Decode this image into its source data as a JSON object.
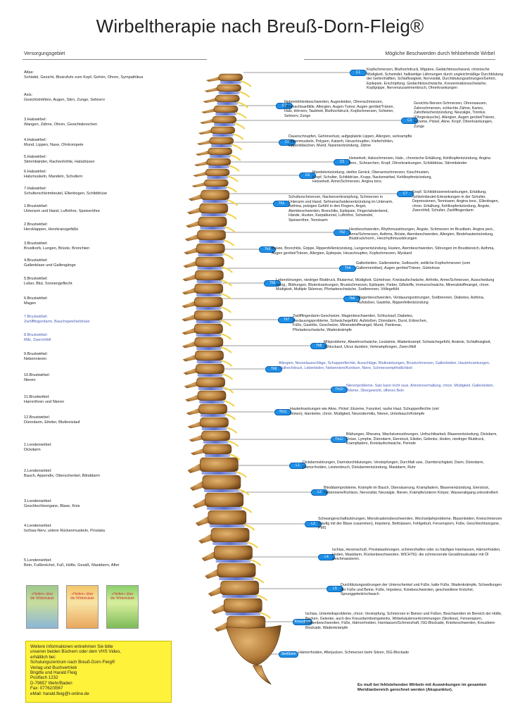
{
  "title": "Wirbeltherapie nach Breuß-Dorn-Fleig®",
  "header_left": "Versorgungsgebiet",
  "header_right": "Mögliche Beschwerden durch fehlstehende Wirbel",
  "left_items": [
    {
      "name": "Atlas:",
      "desc": "Schädel, Gesicht, Blutzufuhr zum Kopf, Gehirn, Ohren, Sympathikus"
    },
    {
      "name": "Axis:",
      "desc": "Gesichtshöhlen, Augen, Stirn, Zunge, Sehnerv"
    },
    {
      "name": "3.Halswirbel:",
      "desc": "Wangen, Zähne, Ohren, Gesichtsknochen"
    },
    {
      "name": "4.Halswirbel:",
      "desc": "Mund, Lippen, Nase, Ohrtrompete"
    },
    {
      "name": "5.Halswirbel:",
      "desc": "Stimmbänder, Rachenhöhle, Halsdrüsen"
    },
    {
      "name": "6.Halswirbel:",
      "desc": "Halsmuskeln, Mandeln, Schultern"
    },
    {
      "name": "7.Halswirbel:",
      "desc": "Schulterschleimbeutel, Ellenbogen, Schilddrüse"
    },
    {
      "name": "1.Brustwirbel:",
      "desc": "Unterarm und Hand, Luftröhre, Speiseröhre"
    },
    {
      "name": "2.Brustwirbel:",
      "desc": "Herzklappen, Herzkranzgefäße"
    },
    {
      "name": "3.Brustwirbel:",
      "desc": "Brustkorb, Lungen, Brüste, Bronchien"
    },
    {
      "name": "4.Brustwirbel:",
      "desc": "Gallenblase und Gallengänge"
    },
    {
      "name": "5.Brustwirbel:",
      "desc": "Leber, Blut, Sonnengeflecht"
    },
    {
      "name": "6.Brustwirbel:",
      "desc": "Magen"
    },
    {
      "name": "7.Brustwirbel:",
      "desc": "Zwölffingerdarm, Bauchspeicheldrüse"
    },
    {
      "name": "8.Brustwirbel:",
      "desc": "Milz, Zwerchfell"
    },
    {
      "name": "9.Brustwirbel:",
      "desc": "Nebennieren"
    },
    {
      "name": "10.Brustwirbel:",
      "desc": "Nieren"
    },
    {
      "name": "11.Brustwirbel:",
      "desc": "Harnröhren und Nieren"
    },
    {
      "name": "12.Brustwirbel:",
      "desc": "Dünndarm, Eileiter, Blutkreislauf"
    },
    {
      "name": "1.Lendenwirbel:",
      "desc": "Dickdarm"
    },
    {
      "name": "2.Lendenwirbel:",
      "desc": "Bauch, Appendix, Oberschenkel, Blinddarm"
    },
    {
      "name": "3.Lendenwirbel:",
      "desc": "Geschlechtsorgane, Blase, Knie"
    },
    {
      "name": "4.Lendenwirbel:",
      "desc": "Ischias-Nerv, untere Rückenmuskeln, Prostata"
    },
    {
      "name": "5.Lendenwirbel:",
      "desc": "Bein, Fußknöchel, Fuß, Hüfte, Gesäß, Mastdarm, After"
    }
  ],
  "tags": [
    "C1",
    "C2",
    "C3",
    "C4",
    "C5",
    "C6",
    "C7",
    "Th1",
    "Th2",
    "Th3",
    "Th4",
    "Th5",
    "Th6",
    "Th7",
    "Th8",
    "Th9",
    "Th10",
    "Th11",
    "Th12",
    "L1",
    "L2",
    "L3",
    "L4",
    "L5",
    "Kreuzbein",
    "Steißbein"
  ],
  "right_texts": [
    "Kopfschmerzen, Bluthochdruck, Migräne, Gedächtnisschwund, chronische Müdigkeit, Schwindel, halbseitige Lähmungen durch ungleichmäßige Durchblutung der Gehirnhälften, Schlaflosigkeit, Nervosität, Durchblutungsstörungen/Gehirn, Epilepsie, Erschöpfung, Gedächtnisschwäche, Konzentrationsschwäche, Kopfgrippe, Nervenzusammenbruch, Ohrerkrankungen",
    "Nebenhöhlenbeschwerden, Augenleiden, Ohrenschmerzen, Ohnmachtsanfälle, Allergien, Augen-Tumor, Augen gerötet/Tränen, Hals, Hörnerv, Taubheit, Bluthochdruck, Kopfschmerzen, Schielen, Sehnerv, Zunge",
    "Gesichts-Nerven-Schmerzen, Ohrensausen, Zahnschmerzen, schlechte Zähne, Karies, Zahnfleischentzündung, Neuralgie, Tinnitus (Ohrgeräusche), Allergien, Augen gerötet/Tränen, Ekzeme, Pickel, Akne, Kropf, Ohrerkrankungen, Zunge",
    "Dauerschnupfen, Gehörverlust, aufgeplatzte Lippen, Allergien, verkrampfte Lippenmuskeln, Polypen, Katarrh, Heuschnupfen, Kieferhöhlen, Lippenbläschen, Mund, Nasenentzündung, Zähne",
    "Heiserkeit, Halsschmerzen, Hals-, chronische Erkältung, Kehlkopfentzündung, Angina tons., Schnarchen, Kropf, Ohrerkrankungen, Schilddrüse, Stimmbänder",
    "Mandelentzündung, steifes Genick, Oberarmschmerzen, Keuchhusten, Kropf, Schulter, Schilddrüse, Krupp, Nackenwirbel, Kehlkopfentzündung, Heiserkeit, Arme/Schmerzen, Angina tons.",
    "Kropf, Schilddrüsenerkrankungen, Erkältung, Schleimbeutel-Erkrankungen in der Schulter, Depressionen, Tennisarm, Angina tons., Ellenbogen, chron. Erkältung, Kehlkopfentzündung, Ängste, Zwerchfell, Schulter, Zwölffingerdarm",
    "Schulterschmerzen, Nackenverkrampfung, Schmerzen in Unterarm und Hand, Sehnenscheidenentzündung im Unterarm, Asthma, pelziges Gefühl in den Fingern, Angst, Atembeschwerden, Bronchitis, Epilepsie, Finger/absterbend, Hände, Husten, Karpaltunnel, Luftröhre, Schwindel, Speiseröhre, Tennisarm",
    "Herzbeschwerden, Rhythmusstörungen, Ängste, Schmerzen im Brustbein, Angina pect., Arme/Schmerzen, Asthma, Brüste, Atembeschwerden, Allergien, Bindehautentzündung, Blutdruck/norm., Herzrhythmusstörungen",
    "Brüste, Bronchitis, Grippe, Rippenfellentzündung, Lungenentzündung, Husten, Atembeschwerden, Störungen im Brustbereich, Asthma, Augen gerötet/Tränen, Allergien, Epilepsie, Heuschnupfen, Kopfschmerzen, Myokard",
    "Gallenleiden, Gallensteine, Gelbsucht, seitliche Kopfschmerzen (vom Gallenmeridian), Augen gerötet/Tränen, Gürtelrose",
    "Leberstörungen, niedriger Blutdruck, Blutarmut, Müdigkeit, Gürtelrose, Kreislaufschwäche, Arthritis, Arme/Schmerzen, Ausscheidung mang., Blähungen, Blutenkrankungen, Brustschmerzen, Epilepsie, Fieber, Giftstoffe, Immunschwäche, Mineralstoffmangel, chron. Müdigkeit, Multiple Sklerose, Pfortaderschwäche, Sodbrennen, Völlegefühl",
    "Magenbeschwerden, Verdauungsstörungen, Sodbrennen, Diabetes, Asthma, Aufstoßen, Gastritis, Rippenfellentzündung",
    "Zwölffingerdarm-Geschwüre, Magenbeschwerden, Schluckauf, Diabetes, Verdauungsprobleme, Schwächegefühl, Aufstoßen, Dünndarm, Durst, Erbrechen, Füße, Gastritis, Geschwüre, Mineralstoffmangel, Mund, Pankreas, Pfortaderschwäche, Wadenkrämpfe",
    "Milzprobleme, Abwehrschwäche, Leukämie, Wadenkrampf, Schwächegefühl, Anämie, Schlaflosigkeit, Schluckauf, Ulcus duodeni, Verkrampfungen, Zwerchfell",
    "Allergien, Nesselausschläge, Schuppenflechte, Ausschläge, Blutkrankungen, Brustschmerzen, Gallenleiden, Hauterkrankungen, Bluthochdruck, Leberleiden, Nebenniere/Kortison, Niere, Schmerzempfindlichkeit",
    "Nierenprobleme, Salz kann nicht raus, Arterienverhaltung, chron. Müdigkeit, Gallenleiden, Ödeme, Übergewicht, offenes Bein",
    "Hauterkrankungen wie Akne, Pickel, Ekzeme, Furunkel, rauhe Haut, Schuppenflechte (viel trinken), Harnleiter, chron. Müdigkeit, Neurodermitis, Nieren, Unterbauch/Krämpfe",
    "Blähungen, Rheuma, Wachstumsstörungen, Unfruchtbarkeit, Blasenentzündung, Dickdarm, Drüse, Lymphe, Dünndarm, Eierstock, Eileiter, Gelenke, Hoden, niedriger Blutdruck, Krampfadern, Kreislaufschwäche, Periode",
    "Dickdarmstörungen, Darmdurchblutungen, Verstopfungen, Durchfall usw., Darmbrüchigkeit, Darm, Dünndarm, Hämorrhoiden, Leistenbruch, Dickdarmentzündung, Mastdarm, Ruhr",
    "Blinddarmprobleme, Krämpfe im Bauch, Übersäuerung, Krampfadern, Blasenentzündung, Eierstock, Nebenniere/Kortison, Nervosität, Neuralgie, Nieren, Krämpfe/unterer Körper, Wasserabgang unkontrolliert",
    "Schwangerschaftsstörungen, Menstruationsbeschwerden, Wechseljahrprobleme, Blasenleiden, Knieschmerzen (häufig mit der Blase zusammen), Impotenz, Bettnässen, Fehlgeburt, Fersensporn, Füße, Geschlechtsorgane, PMS",
    "Ischias, Hexenschuß, Prostatastörungen, schmerzhaftes oder zu häufiges Harnlassen, Hämorrhoiden, Hoden, Mastdarm, Rückenbeschwerden. WICHTIG: die schmerzende Gesäßmuskulatur mit Öl weichmassieren.",
    "Durchblutungsstörungen der Unterschenkel und Füße, kalte Füße, Wadenkrämpfe, Schwellungen der Füße und Beine, Füße, Impotenz, Kniebeschwerden, geschwollene Knöchel, Sprunggelenk/schwach",
    "Ischias, Unterleibsprobleme, chron. Verstopfung, Schmerzen in Beinen und Füßen, Beschwerden im Bereich der Hüfte, Becken, Gelenke, auch des Kreuzdarmbeingelenks, Wirbelsäulenverkrümmungen (Skoliose), Fersensporn, Frauenbeschwerden, Füße, Hämorrhoiden, Harnlassen/Schmerzhaft, ISG-Blockade, Kniebeschwerden, Kreuzbein-Blockade, Wadenkrämpfe",
    "Hämorrhoiden, Afterjucken, Schmerzen beim Sitzen, ISG-Blockade"
  ],
  "book_titles": [
    "»Heilen« über die Wirbelsäule",
    "»Heilen« über die Wirbelsäule",
    "»Heilen« über die Wirbelsäule"
  ],
  "info_lines": [
    "Weitere Informationen entnehmen Sie bitte",
    "unseren beiden Büchern oder dem VHS Video,",
    "erhältlich bei:",
    "Schulungszentrum nach Breuß-Dorn-Fleig®",
    "Verlag und Buchvertrieb",
    "Brigitte und Harald Fleig",
    "Postfach 1232",
    "D-79657 Wehr/Baden",
    "Fax: 07762/3567",
    "eMail: harald.fleig@t-online.de"
  ],
  "footer_note": "Es muß bei fehlstehenden Wirbeln mit Auswirkungen im gesamten Meridianbereich gerechnet werden (Akupunktur).",
  "colors": {
    "tag": "#1e8fe6",
    "info_box": "#fff23a",
    "bone": "#b7803f",
    "disc": "#6d7fd0"
  }
}
